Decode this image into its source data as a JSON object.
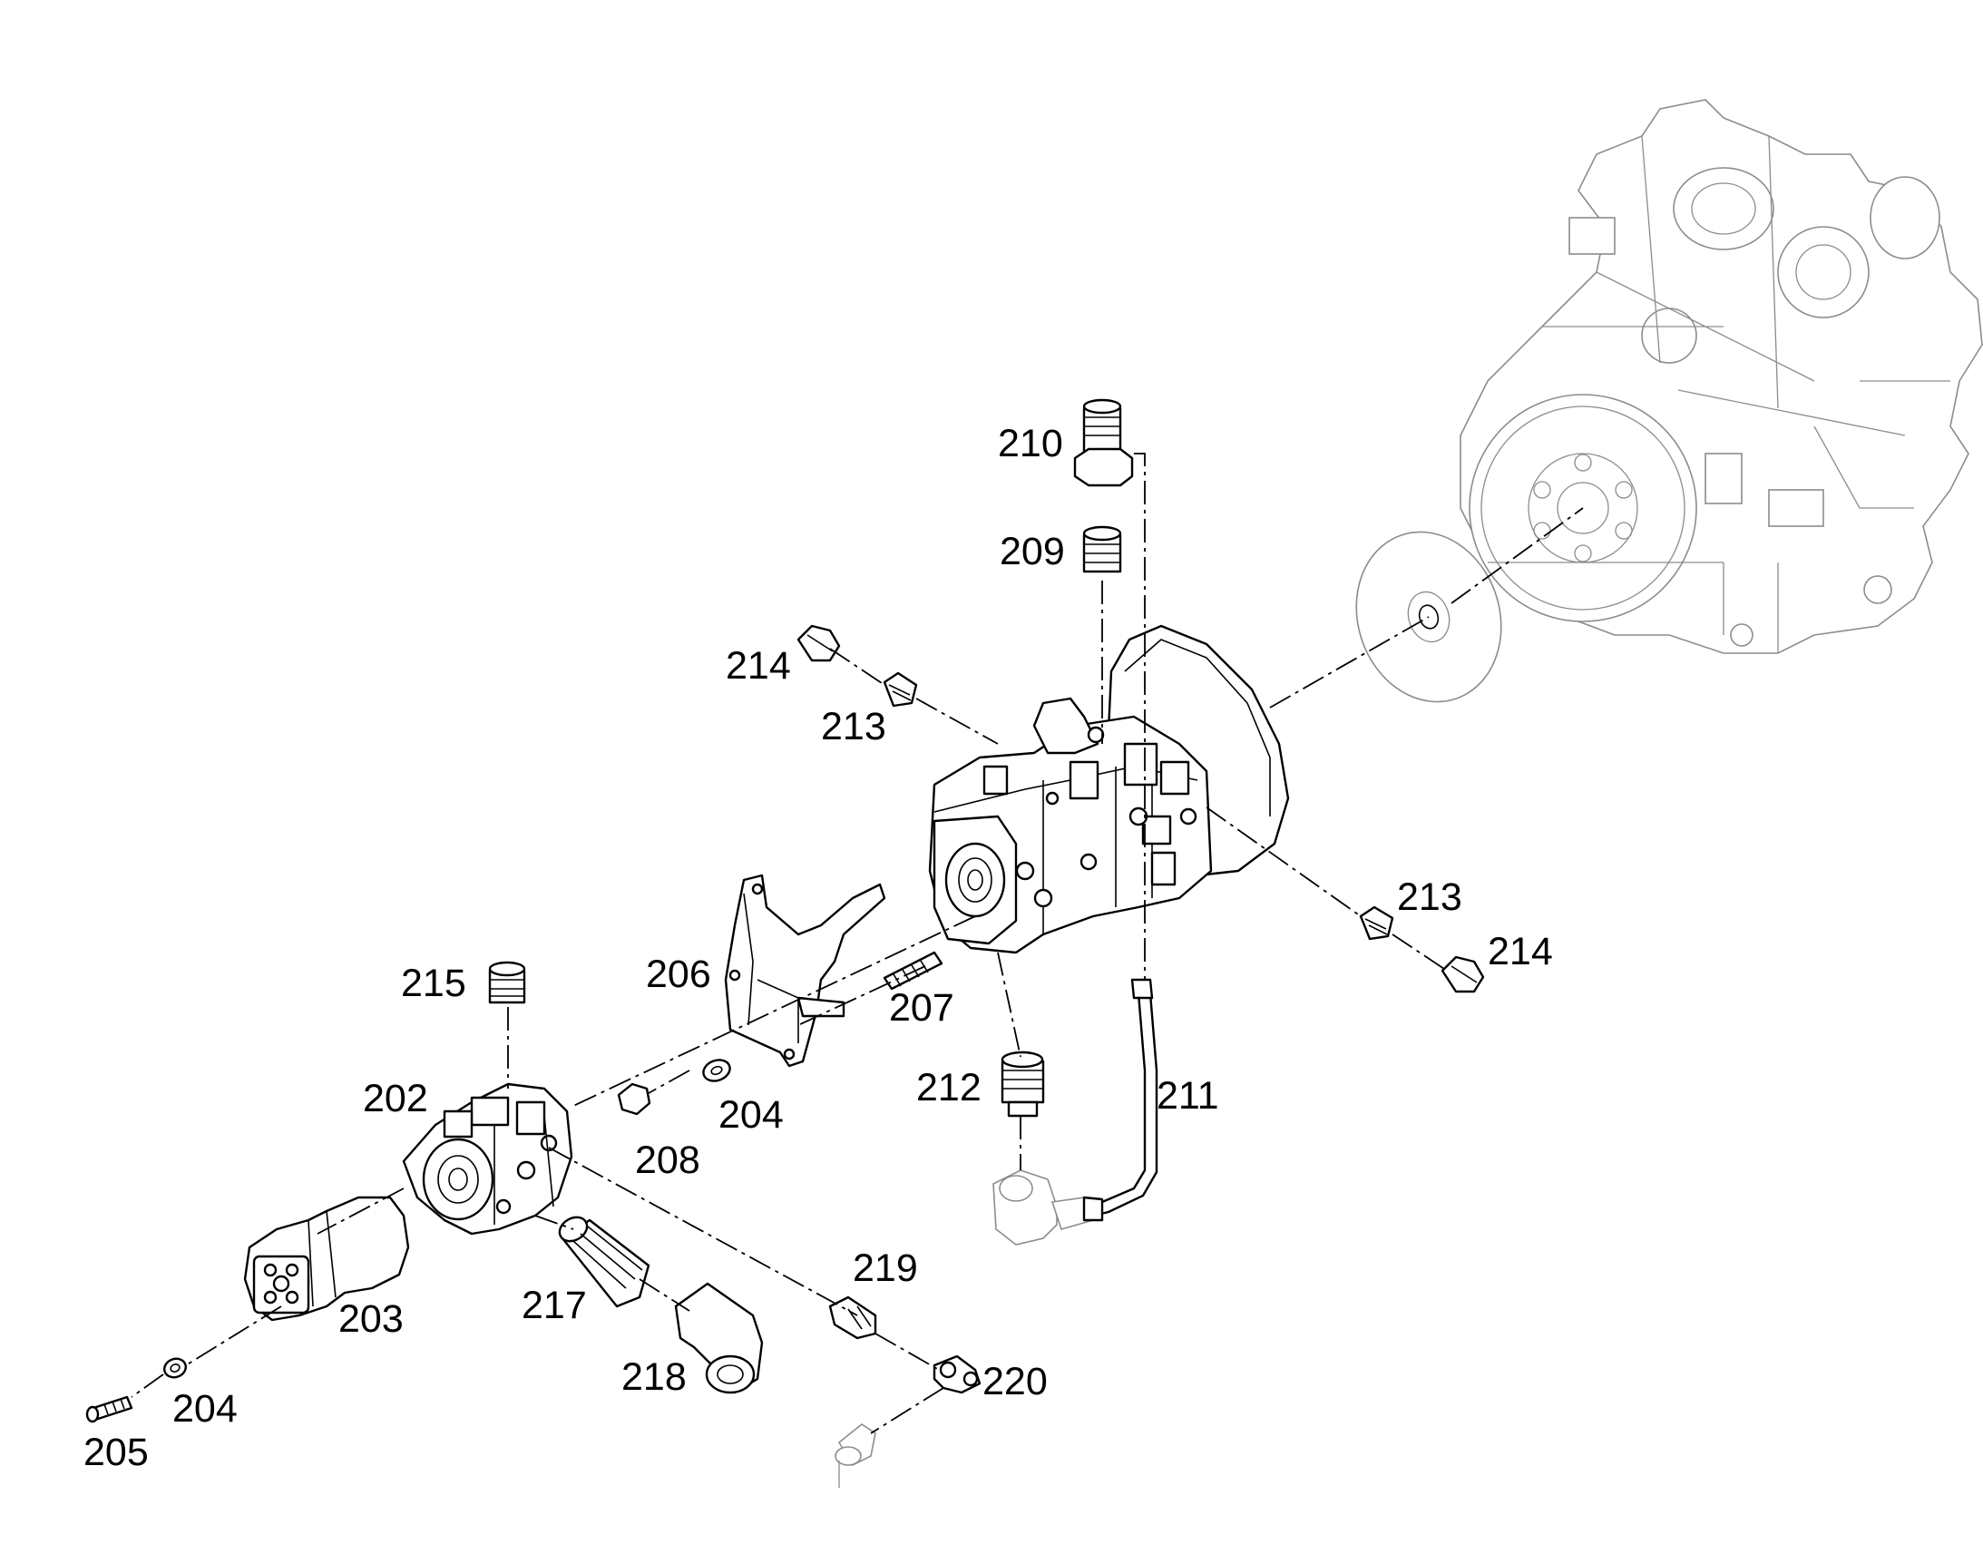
{
  "diagram": {
    "callouts": [
      {
        "id": "c210",
        "text": "210"
      },
      {
        "id": "c209",
        "text": "209"
      },
      {
        "id": "c214a",
        "text": "214"
      },
      {
        "id": "c213a",
        "text": "213"
      },
      {
        "id": "c213b",
        "text": "213"
      },
      {
        "id": "c214b",
        "text": "214"
      },
      {
        "id": "c215",
        "text": "215"
      },
      {
        "id": "c206",
        "text": "206"
      },
      {
        "id": "c207",
        "text": "207"
      },
      {
        "id": "c212",
        "text": "212"
      },
      {
        "id": "c211",
        "text": "211"
      },
      {
        "id": "c202",
        "text": "202"
      },
      {
        "id": "c204a",
        "text": "204"
      },
      {
        "id": "c208",
        "text": "208"
      },
      {
        "id": "c219",
        "text": "219"
      },
      {
        "id": "c217",
        "text": "217"
      },
      {
        "id": "c203",
        "text": "203"
      },
      {
        "id": "c218",
        "text": "218"
      },
      {
        "id": "c220",
        "text": "220"
      },
      {
        "id": "c204b",
        "text": "204"
      },
      {
        "id": "c205",
        "text": "205"
      }
    ]
  }
}
